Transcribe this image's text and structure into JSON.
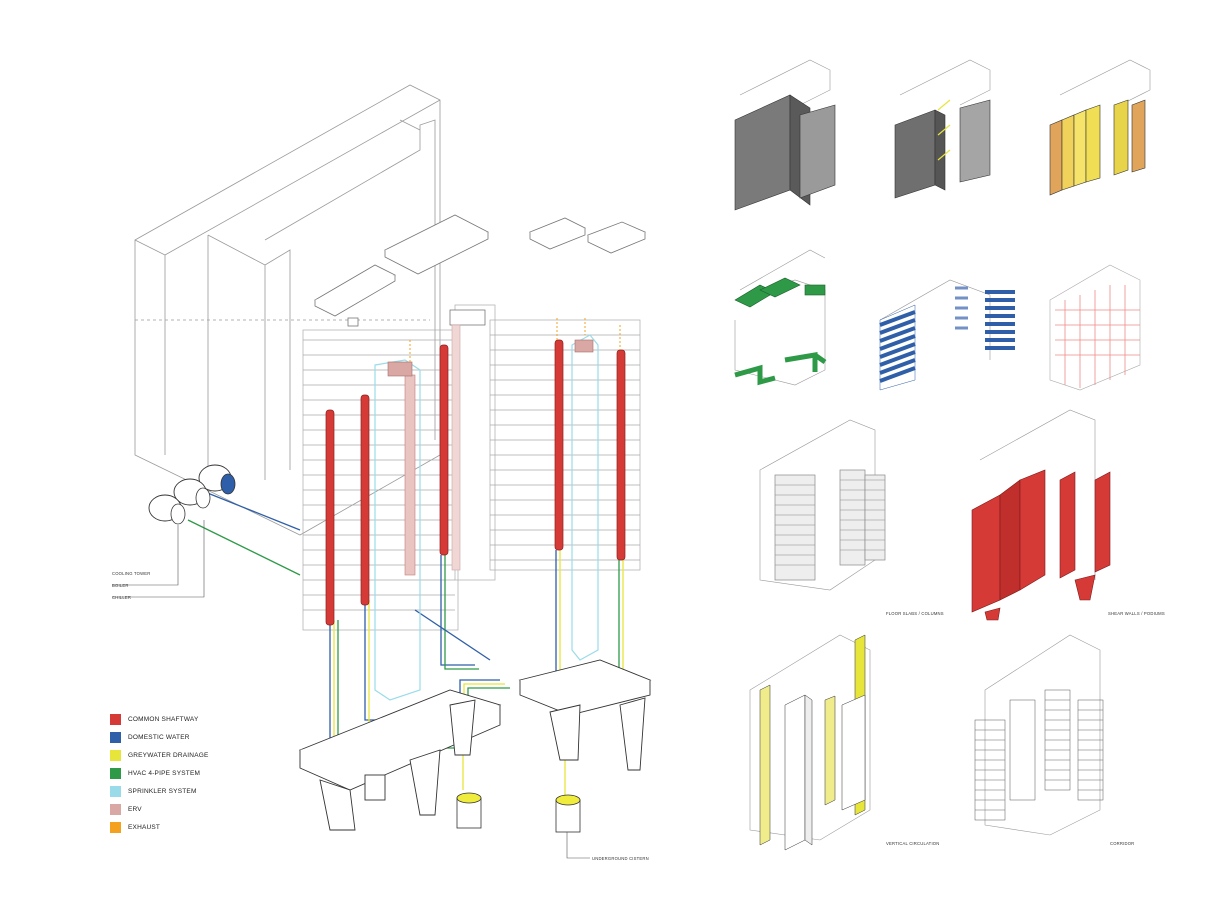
{
  "colors": {
    "shaft": "#d63a37",
    "domestic": "#2f5fa8",
    "greywater": "#e8e53a",
    "hvac": "#2e9a48",
    "sprinkler": "#9adbea",
    "erv": "#d9a7a4",
    "exhaust": "#f4a11f",
    "line": "#9a9a9a",
    "concrete": "#8d8d8d"
  },
  "legend": [
    {
      "label": "COMMON SHAFTWAY",
      "color": "#d63a37"
    },
    {
      "label": "DOMESTIC WATER",
      "color": "#2f5fa8"
    },
    {
      "label": "GREYWATER DRAINAGE",
      "color": "#e8e53a"
    },
    {
      "label": "HVAC 4-PIPE SYSTEM",
      "color": "#2e9a48"
    },
    {
      "label": "SPRINKLER SYSTEM",
      "color": "#9adbea"
    },
    {
      "label": "ERV",
      "color": "#d9a7a4"
    },
    {
      "label": "EXHAUST",
      "color": "#f4a11f"
    }
  ],
  "equipment_labels": {
    "cooling_tower": "COOLING TOWER",
    "boiler": "BOILER",
    "chiller": "CHILLER",
    "cistern": "UNDERGROUND CISTERN"
  },
  "thumbnail_captions": {
    "floor_slabs": "FLOOR SLABS / COLUMNS",
    "shear_walls": "SHEAR WALLS / PODIUMS",
    "circulation": "VERTICAL CIRCULATION",
    "corridor": "CORRIDOR"
  }
}
